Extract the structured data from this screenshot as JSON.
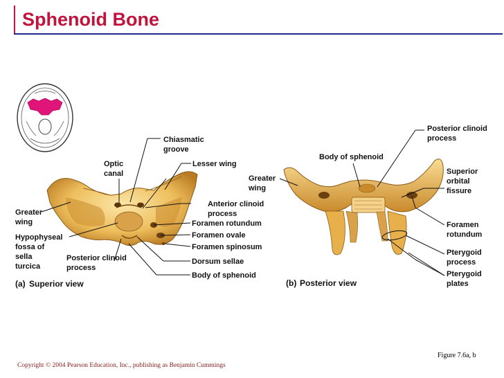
{
  "title": "Sphenoid Bone",
  "panel_a": {
    "caption_letter": "(a)",
    "caption_text": "Superior view",
    "labels": {
      "chiasmatic_1": "Chiasmatic",
      "chiasmatic_2": "groove",
      "optic_1": "Optic",
      "optic_2": "canal",
      "lesser_wing": "Lesser wing",
      "greater_wing_1": "Greater",
      "greater_wing_2": "wing",
      "anterior_clinoid_1": "Anterior clinoid",
      "anterior_clinoid_2": "process",
      "foramen_rotundum": "Foramen rotundum",
      "foramen_ovale": "Foramen ovale",
      "foramen_spinosum": "Foramen spinosum",
      "dorsum_sellae": "Dorsum sellae",
      "body_of_sphenoid": "Body of sphenoid",
      "hypophyseal_1": "Hypophyseal",
      "hypophyseal_2": "fossa of",
      "hypophyseal_3": "sella",
      "hypophyseal_4": "turcica",
      "posterior_clinoid_1": "Posterior clinoid",
      "posterior_clinoid_2": "process"
    }
  },
  "panel_b": {
    "caption_letter": "(b)",
    "caption_text": "Posterior view",
    "labels": {
      "body_of_sphenoid": "Body of sphenoid",
      "greater_wing_1": "Greater",
      "greater_wing_2": "wing",
      "posterior_clinoid_1": "Posterior clinoid",
      "posterior_clinoid_2": "process",
      "superior_orbital_1": "Superior",
      "superior_orbital_2": "orbital",
      "superior_orbital_3": "fissure",
      "foramen_rotundum_1": "Foramen",
      "foramen_rotundum_2": "rotundum",
      "pterygoid_process_1": "Pterygoid",
      "pterygoid_process_2": "process",
      "pterygoid_plates_1": "Pterygoid",
      "pterygoid_plates_2": "plates"
    }
  },
  "figure_ref": "Figure 7.6a, b",
  "copyright": "Copyright © 2004 Pearson Education, Inc., publishing as Benjamin Cummings",
  "colors": {
    "title": "#c0143c",
    "rule": "#1e2a8c",
    "bone_light": "#f7d88a",
    "bone_mid": "#e8b04a",
    "bone_dark": "#a8681a",
    "highlight": "#e0157a"
  }
}
